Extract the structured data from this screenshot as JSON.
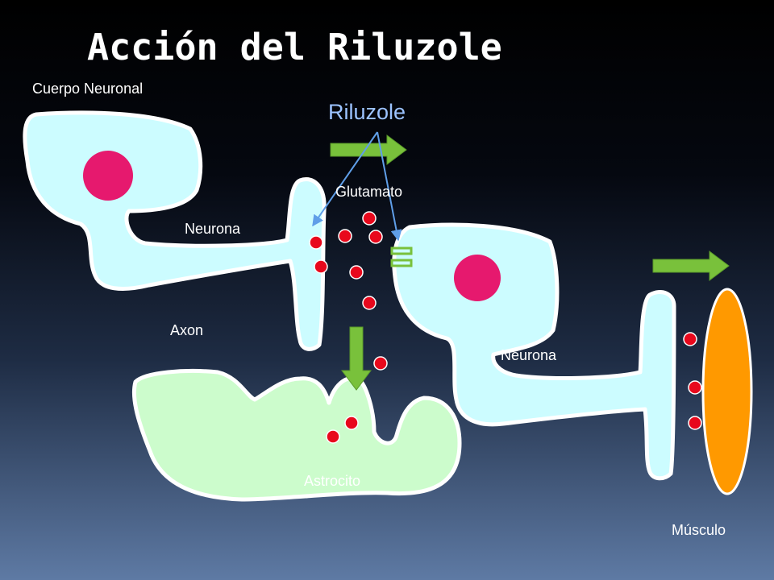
{
  "title": "Acción del Riluzole",
  "labels": {
    "cell_body": "Cuerpo Neuronal",
    "drug": "Riluzole",
    "neurotransmitter": "Glutamato",
    "neuron_1": "Neurona",
    "axon": "Axon",
    "neuron_2": "Neurona",
    "astrocyte": "Astrocito",
    "muscle": "Músculo"
  },
  "colors": {
    "neuron_fill": "#ccfcff",
    "astrocyte_fill": "#ccfccc",
    "nucleus": "#e6196e",
    "glutamate": "#e8081c",
    "muscle": "#ff9900",
    "flow_arrow": "#79c13b",
    "drug_arrow": "#5f9ee8",
    "drug_text": "#9cc3ff"
  },
  "icons": {
    "flow_arrow": "green-right-arrow",
    "down_arrow": "green-down-arrow",
    "receptor": "receptor-bars-icon"
  }
}
